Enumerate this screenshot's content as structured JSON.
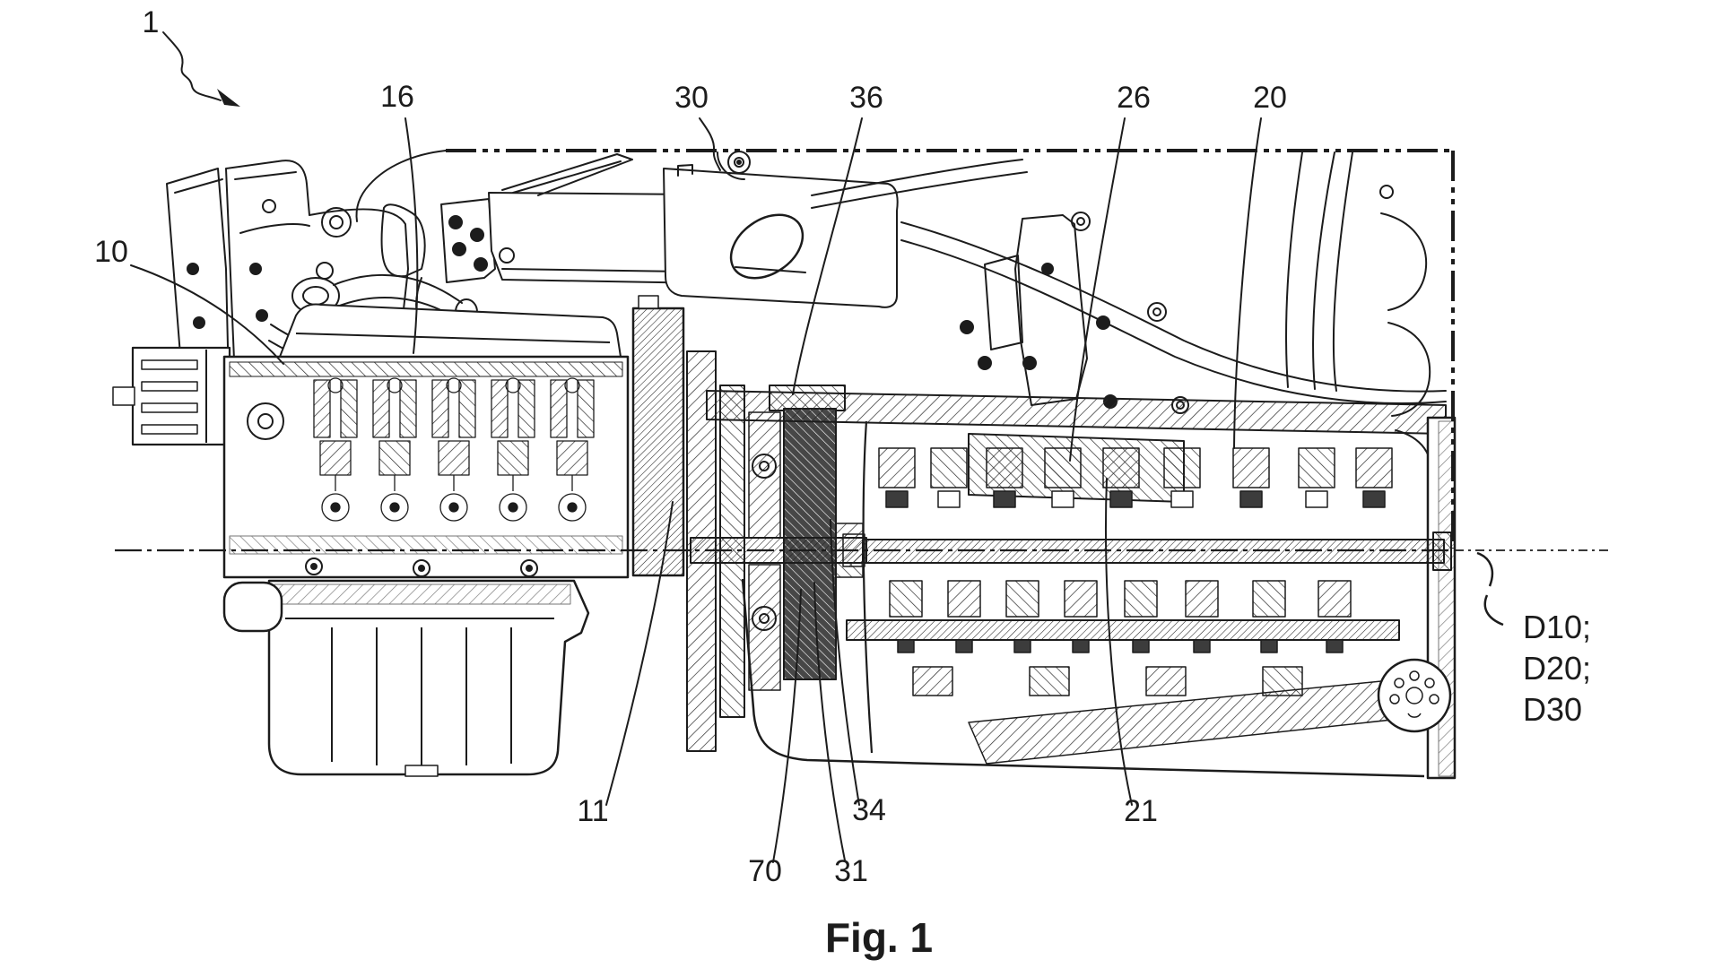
{
  "figure_caption": "Fig. 1",
  "reference_labels": [
    {
      "id": "1",
      "text": "1"
    },
    {
      "id": "10",
      "text": "10"
    },
    {
      "id": "16",
      "text": "16"
    },
    {
      "id": "30",
      "text": "30"
    },
    {
      "id": "36",
      "text": "36"
    },
    {
      "id": "26",
      "text": "26"
    },
    {
      "id": "20",
      "text": "20"
    },
    {
      "id": "11",
      "text": "11"
    },
    {
      "id": "70",
      "text": "70"
    },
    {
      "id": "31",
      "text": "31"
    },
    {
      "id": "34",
      "text": "34"
    },
    {
      "id": "21",
      "text": "21"
    }
  ],
  "shaft_labels": [
    "D10;",
    "D20;",
    "D30"
  ],
  "colors": {
    "ink": "#1c1c1c",
    "paper": "#ffffff"
  }
}
